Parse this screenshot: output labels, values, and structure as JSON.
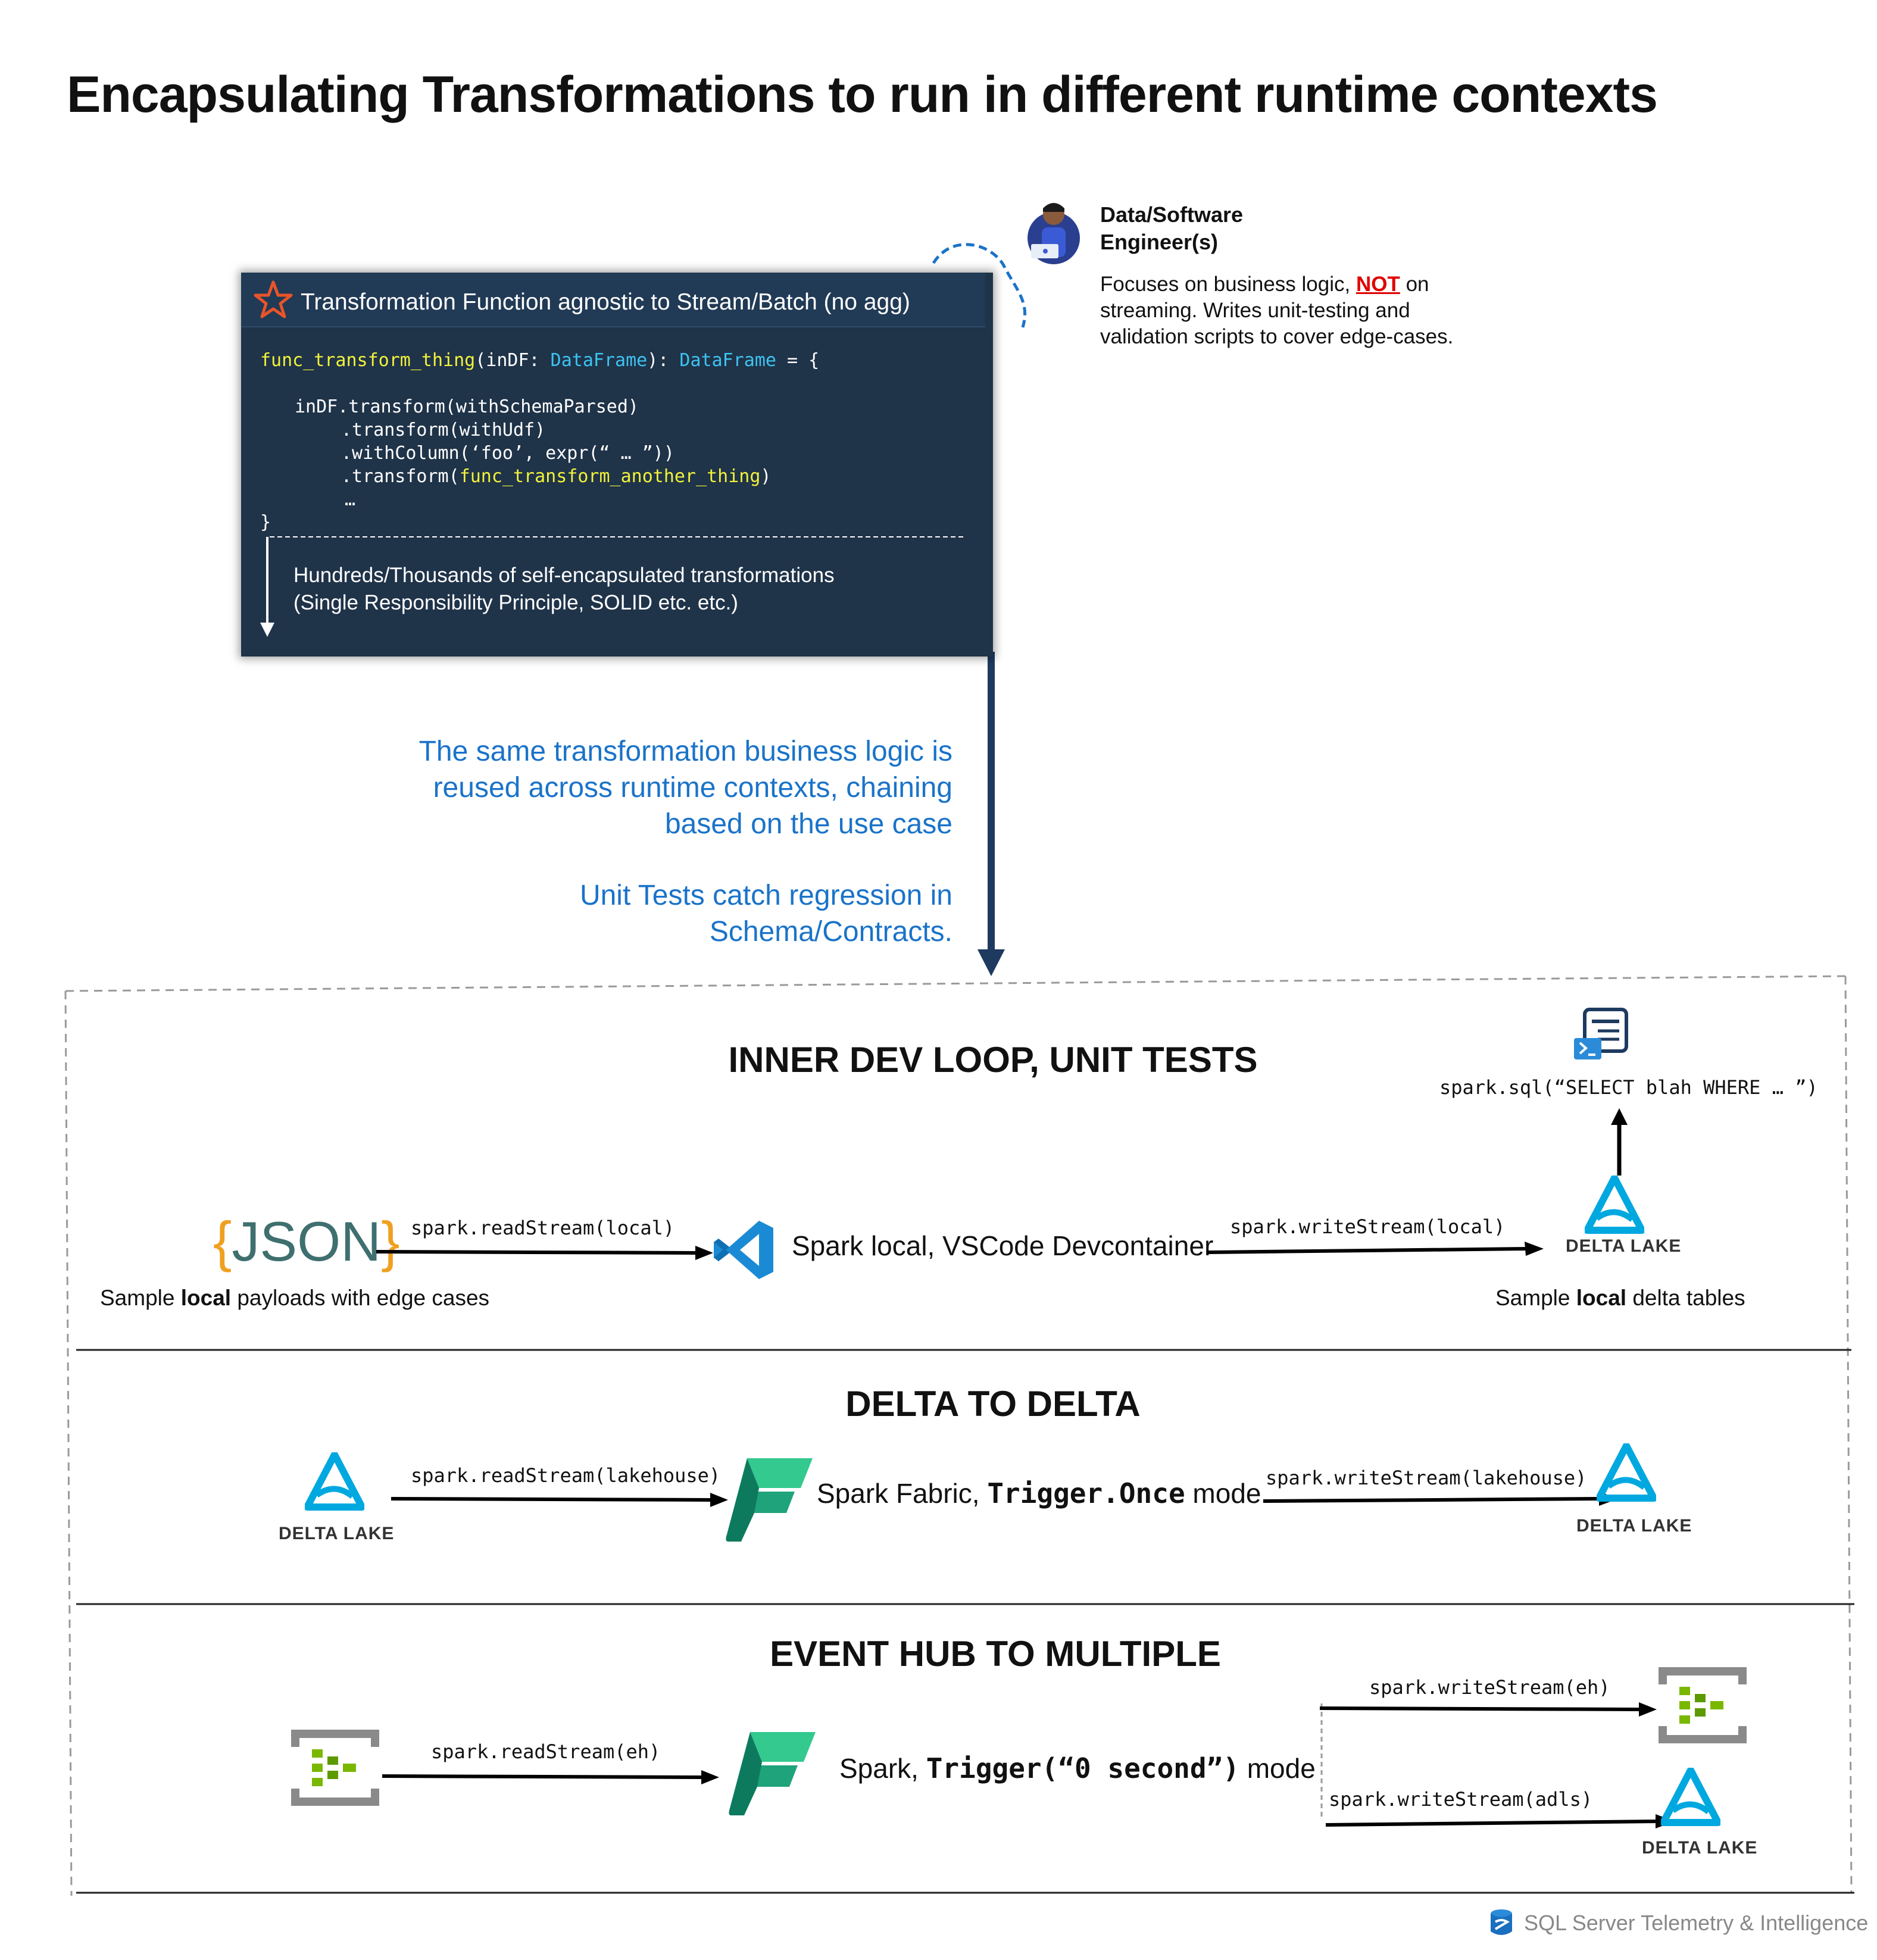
{
  "title": "Encapsulating Transformations to run in different runtime contexts",
  "engineer": {
    "name_line1": "Data/Software",
    "name_line2": "Engineer(s)",
    "desc_line1_pre": "Focuses on business logic, ",
    "desc_line1_not": "NOT",
    "desc_line1_post": " on",
    "desc_line2": "streaming. Writes unit-testing and",
    "desc_line3": "validation scripts to cover edge-cases."
  },
  "code_panel": {
    "header": "Transformation Function agnostic to Stream/Batch (no agg)",
    "sig_func": "func_transform_thing",
    "sig_mid": "(inDF: ",
    "sig_type1": "DataFrame",
    "sig_colon": "): ",
    "sig_type2": "DataFrame",
    "sig_end": " = {",
    "line1": "inDF.transform(withSchemaParsed)",
    "line2": ".transform(withUdf)",
    "line3": ".withColumn(‘foo’, expr(“ … ”))",
    "line4_pre": ".transform(",
    "line4_func": "func_transform_another_thing",
    "line4_post": ")",
    "line5": "…",
    "close": "}",
    "footer_line1": "Hundreds/Thousands of self-encapsulated transformations",
    "footer_line2": "(Single Responsibility Principle, SOLID etc. etc.)"
  },
  "reuse_text": {
    "line1": "The same transformation business logic is",
    "line2": "reused across runtime contexts, chaining",
    "line3": "based on the use case",
    "line4": "Unit Tests catch regression in",
    "line5": "Schema/Contracts."
  },
  "sections": {
    "inner": {
      "heading": "INNER DEV LOOP, UNIT TESTS",
      "json_left_brace": "{",
      "json_word": "JSON",
      "json_right_brace": "}",
      "source_caption_pre": "Sample ",
      "source_caption_bold": "local",
      "source_caption_post": " payloads with edge cases",
      "read_label": "spark.readStream(local)",
      "engine_label": "Spark local, VSCode Devcontainer",
      "write_label": "spark.writeStream(local)",
      "sink_caption_pre": "Sample ",
      "sink_caption_bold": "local",
      "sink_caption_post": " delta tables",
      "sql_label": "spark.sql(“SELECT blah WHERE  … ”)"
    },
    "delta": {
      "heading": "DELTA TO DELTA",
      "read_label": "spark.readStream(lakehouse)",
      "engine_pre": "Spark Fabric, ",
      "engine_mono": "Trigger.Once",
      "engine_post": "  mode",
      "write_label": "spark.writeStream(lakehouse)"
    },
    "eventhub": {
      "heading": "EVENT HUB TO MULTIPLE",
      "read_label": "spark.readStream(eh)",
      "engine_pre": "Spark, ",
      "engine_mono": "Trigger(“0 second”)",
      "engine_post": "  mode",
      "write_eh_label": "spark.writeStream(eh)",
      "write_adls_label": "spark.writeStream(adls)"
    }
  },
  "delta_lake_text": "DELTA LAKE",
  "footer": "SQL Server Telemetry & Intelligence",
  "colors": {
    "code_bg": "#1f3349",
    "arrow_navy": "#1e3a5f",
    "accent_blue": "#1a73c9",
    "delta_blue": "#00a8e0",
    "fabric_green": "#2fbf8f",
    "eventhub_green": "#7ab800",
    "not_red": "#e00000"
  },
  "icons": {
    "engineer": "person-with-laptop-icon",
    "star": "star-outline-icon",
    "vscode": "vscode-icon",
    "fabric": "fabric-icon",
    "delta_lake": "delta-lake-icon",
    "event_hub": "event-hub-icon",
    "sql_script": "sql-script-icon",
    "sql_server": "sql-server-icon"
  }
}
